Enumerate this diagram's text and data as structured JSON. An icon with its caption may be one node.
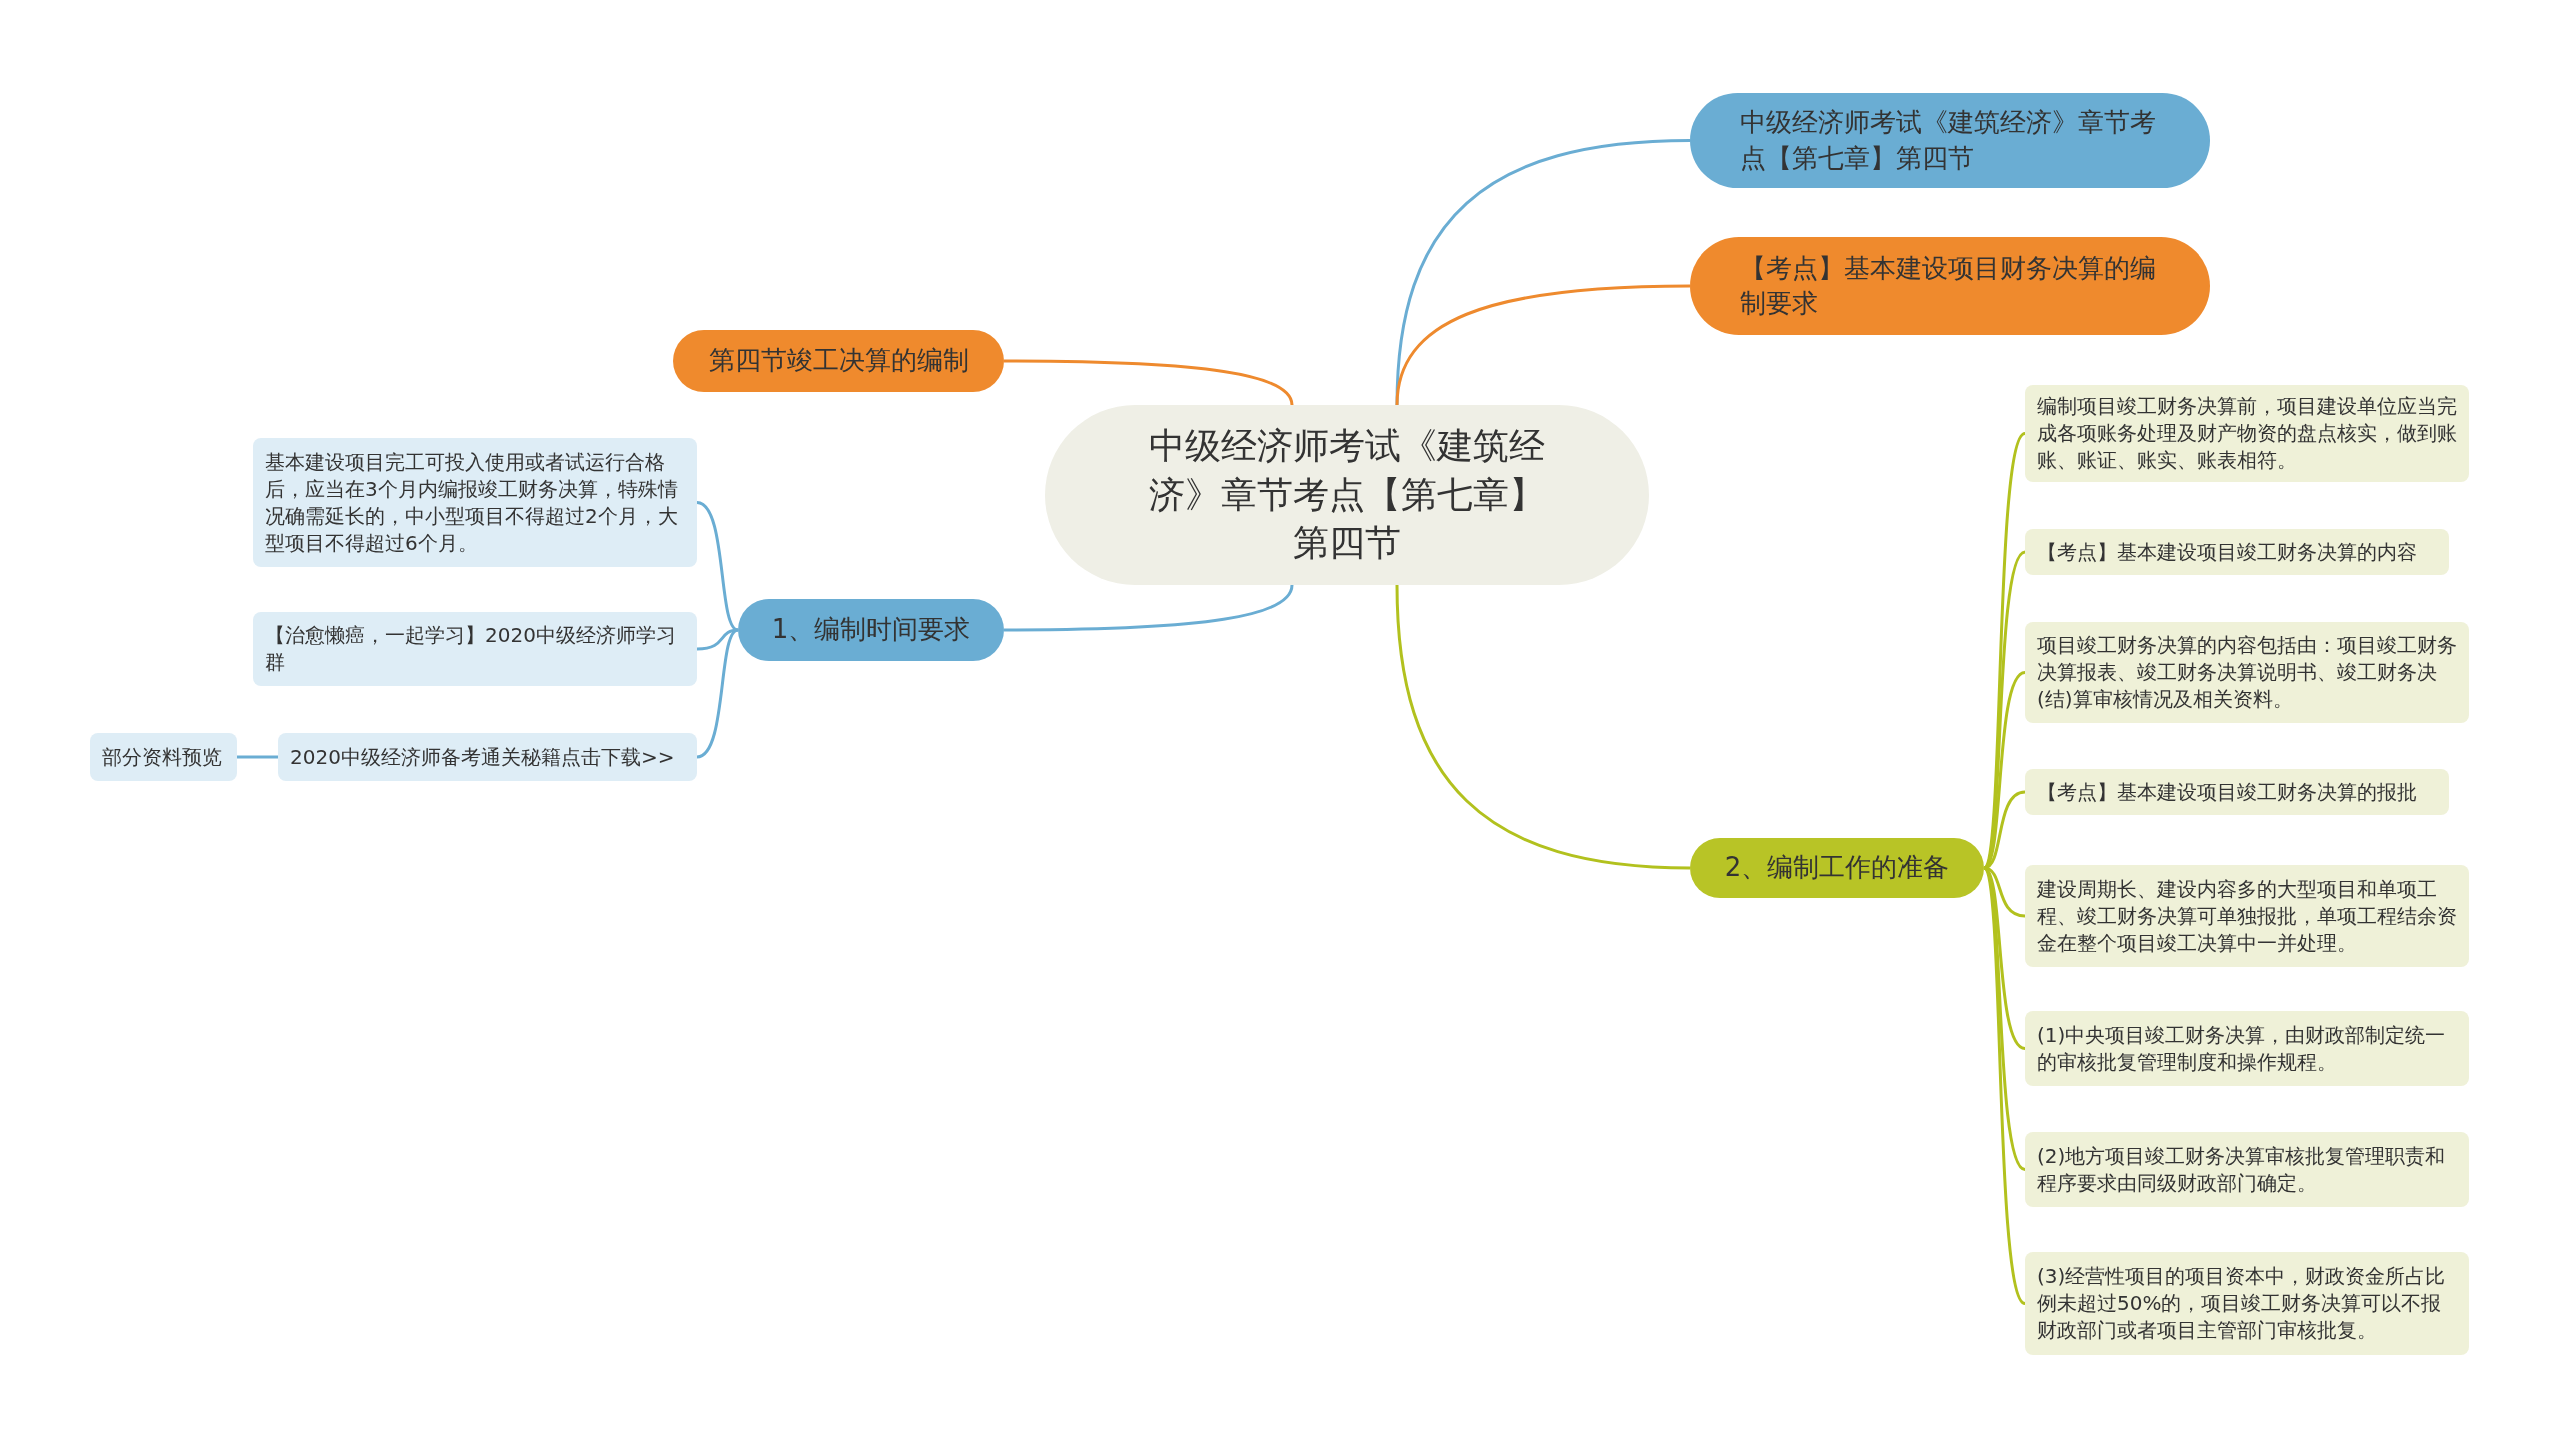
{
  "diagram": {
    "nodes": [
      {
        "text": [
          "中级经济师考试《建筑经济》章节考点【第七章】第四节"
        ]
      },
      {
        "text": [
          "中级经济师考试《建筑经济》章节考点【第七章】第四节"
        ]
      },
      {
        "text": [
          "【考点】基本建设项目财务决算的编制要求"
        ]
      },
      {
        "text": [
          "第四节竣工决算的编制"
        ]
      },
      {
        "text": [
          "1、编制时间要求"
        ]
      },
      {
        "text": [
          "基本建设项目完工可投入使用或者试运行合格后，应当在3个月内编报竣工财务决算，特殊情况确需延长的，中小型项目不得超过2个月，大型项目不得超过6个月。"
        ]
      },
      {
        "text": [
          "【治愈懒癌，一起学习】2020中级经济师学习群"
        ]
      },
      {
        "text": [
          "2020中级经济师备考通关秘籍点击下载>>"
        ]
      },
      {
        "text": [
          "部分资料预览"
        ]
      },
      {
        "text": [
          "2、编制工作的准备"
        ]
      },
      {
        "text": [
          "编制项目竣工财务决算前，项目建设单位应当完成各项账务处理及财产物资的盘点核实，做到账账、账证、账实、账表相符。"
        ]
      },
      {
        "text": [
          "【考点】基本建设项目竣工财务决算的内容"
        ]
      },
      {
        "text": [
          "项目竣工财务决算的内容包括由：项目竣工财务决算报表、竣工财务决算说明书、竣工财务决(结)算审核情况及相关资料。"
        ]
      },
      {
        "text": [
          "【考点】基本建设项目竣工财务决算的报批"
        ]
      },
      {
        "text": [
          "建设周期长、建设内容多的大型项目和单项工程、竣工财务决算可单独报批，单项工程结余资金在整个项目竣工决算中一并处理。"
        ]
      },
      {
        "text": [
          "(1)中央项目竣工财务决算，由财政部制定统一的审核批复管理制度和操作规程。"
        ]
      },
      {
        "text": [
          "(2)地方项目竣工财务决算审核批复管理职责和程序要求由同级财政部门确定。"
        ]
      },
      {
        "text": [
          "(3)经营性项目的项目资本中，财政资金所占比例未超过50%的，项目竣工财务决算可以不报财政部门或者项目主管部门审核批复。"
        ]
      }
    ],
    "edges": [
      {
        "from": 0,
        "to": 1,
        "arrow": "none",
        "color": "#6aadd3"
      },
      {
        "from": 0,
        "to": 2,
        "arrow": "none",
        "color": "#ee8a2e"
      },
      {
        "from": 0,
        "to": 3,
        "arrow": "none",
        "color": "#ee8a2e"
      },
      {
        "from": 0,
        "to": 4,
        "arrow": "none",
        "color": "#6aadd3"
      },
      {
        "from": 4,
        "to": 5,
        "arrow": "none",
        "color": "#6aadd3"
      },
      {
        "from": 4,
        "to": 6,
        "arrow": "none",
        "color": "#6aadd3"
      },
      {
        "from": 4,
        "to": 7,
        "arrow": "none",
        "color": "#6aadd3"
      },
      {
        "from": 7,
        "to": 8,
        "arrow": "none",
        "color": "#6aadd3"
      },
      {
        "from": 0,
        "to": 9,
        "arrow": "none"
      },
      {
        "from": 9,
        "to": 10,
        "arrow": "none"
      },
      {
        "from": 9,
        "to": 11,
        "arrow": "none"
      },
      {
        "from": 9,
        "to": 12,
        "arrow": "none"
      },
      {
        "from": 9,
        "to": 13,
        "arrow": "none"
      },
      {
        "from": 9,
        "to": 14,
        "arrow": "none"
      },
      {
        "from": 9,
        "to": 15,
        "arrow": "none"
      },
      {
        "from": 9,
        "to": 16,
        "arrow": "none"
      },
      {
        "from": 9,
        "to": 17,
        "arrow": "none"
      }
    ]
  }
}
